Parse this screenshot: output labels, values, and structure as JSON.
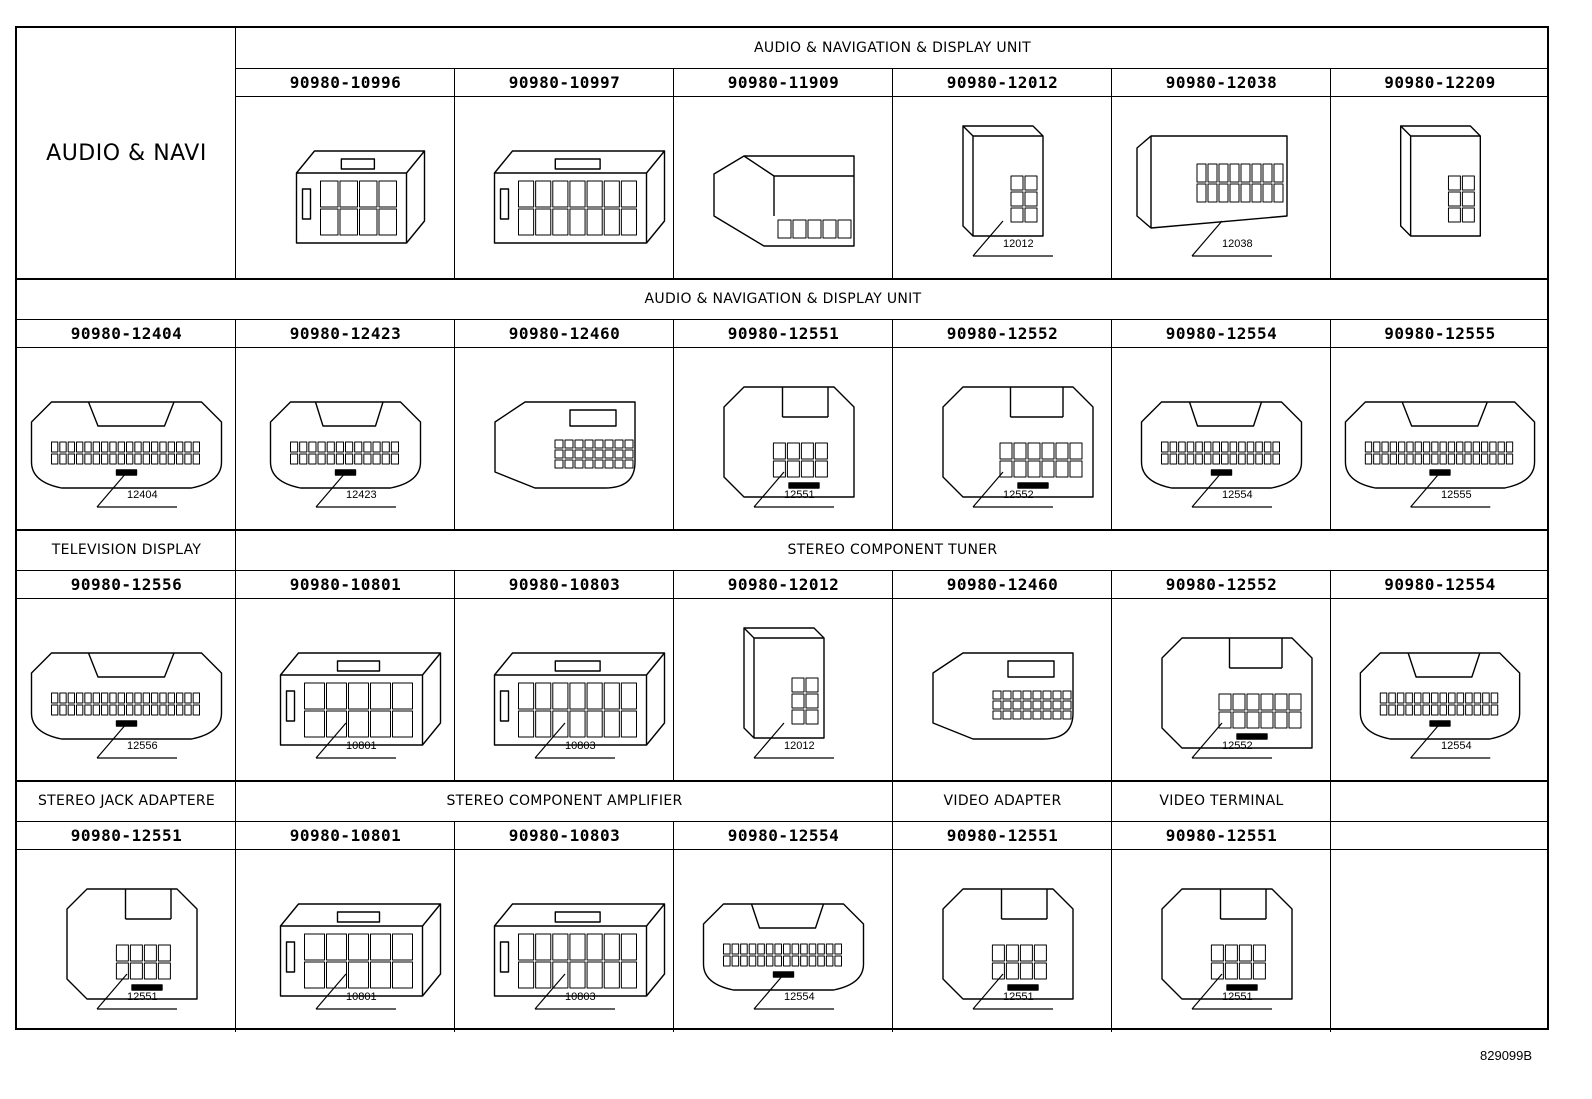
{
  "sections": [
    {
      "headers": [
        {
          "text": "",
          "col": 0,
          "span": 1
        },
        {
          "text": "AUDIO & NAVIGATION & DISPLAY UNIT",
          "col": 1,
          "span": 6
        }
      ],
      "side_label": "AUDIO & NAVI",
      "parts": [
        "",
        "90980-10996",
        "90980-10997",
        "90980-11909",
        "90980-12012",
        "90980-12038",
        "90980-12209"
      ],
      "shapes": [
        "",
        "box8",
        "box16",
        "slim8",
        "tall8",
        "wide20",
        "tall8b"
      ],
      "callouts": [
        "",
        "",
        "",
        "",
        "12012",
        "12038",
        ""
      ]
    },
    {
      "headers": [
        {
          "text": "AUDIO & NAVIGATION & DISPLAY UNIT",
          "col": 0,
          "span": 7
        }
      ],
      "parts": [
        "90980-12404",
        "90980-12423",
        "90980-12460",
        "90980-12551",
        "90980-12552",
        "90980-12554",
        "90980-12555"
      ],
      "shapes": [
        "curve40",
        "curve28",
        "hood24",
        "lock10",
        "lock16",
        "curve28b",
        "curve40"
      ],
      "callouts": [
        "12404",
        "12423",
        "",
        "12551",
        "12552",
        "12554",
        "12555"
      ]
    },
    {
      "headers": [
        {
          "text": "TELEVISION DISPLAY",
          "col": 0,
          "span": 1
        },
        {
          "text": "STEREO COMPONENT TUNER",
          "col": 1,
          "span": 6
        }
      ],
      "parts": [
        "90980-12556",
        "90980-10801",
        "90980-10803",
        "90980-12012",
        "90980-12460",
        "90980-12552",
        "90980-12554"
      ],
      "shapes": [
        "curve40",
        "box10",
        "box16",
        "tall8",
        "hood24",
        "lock16",
        "curve28b"
      ],
      "callouts": [
        "12556",
        "10801",
        "10803",
        "12012",
        "",
        "12552",
        "12554"
      ]
    },
    {
      "headers": [
        {
          "text": "STEREO JACK ADAPTERE",
          "col": 0,
          "span": 1
        },
        {
          "text": "STEREO COMPONENT AMPLIFIER",
          "col": 1,
          "span": 3
        },
        {
          "text": "VIDEO ADAPTER",
          "col": 4,
          "span": 1
        },
        {
          "text": "VIDEO TERMINAL",
          "col": 5,
          "span": 1
        },
        {
          "text": "",
          "col": 6,
          "span": 1
        }
      ],
      "parts": [
        "90980-12551",
        "90980-10801",
        "90980-10803",
        "90980-12554",
        "90980-12551",
        "90980-12551",
        ""
      ],
      "shapes": [
        "lock10",
        "box10",
        "box16",
        "curve28b",
        "lock10",
        "lock10",
        ""
      ],
      "callouts": [
        "12551",
        "10801",
        "10803",
        "12554",
        "12551",
        "12551",
        ""
      ]
    }
  ],
  "drawing_code": "829099B"
}
